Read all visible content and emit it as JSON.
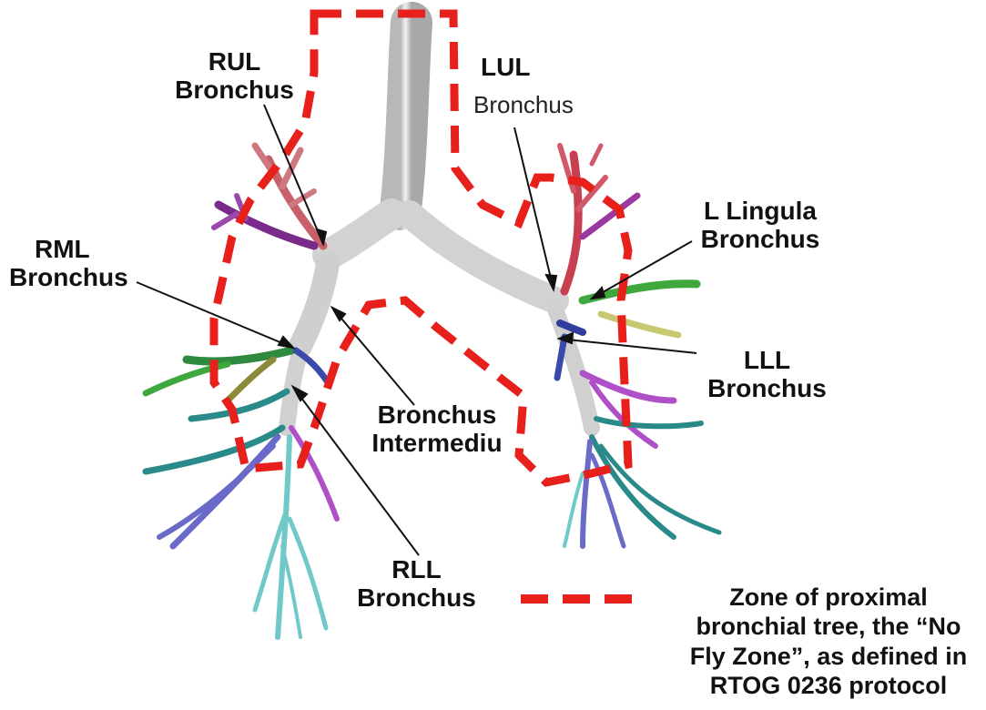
{
  "labels": {
    "rul": [
      "RUL",
      "Bronchus"
    ],
    "lul": [
      "LUL",
      "Bronchus"
    ],
    "l_lingula": [
      "L Lingula",
      "Bronchus"
    ],
    "rml": [
      "RML",
      "Bronchus"
    ],
    "bronchus_intermedius": [
      "Bronchus",
      "Intermediu"
    ],
    "lll": [
      "LLL",
      "Bronchus"
    ],
    "rll": [
      "RLL",
      "Bronchus"
    ]
  },
  "legend": {
    "text": [
      "Zone of proximal",
      "bronchial tree, the “No",
      "Fly Zone”, as defined in",
      "RTOG 0236 protocol"
    ],
    "line_color": "#e8201c"
  },
  "colors": {
    "trachea": "#d6d6d6",
    "zone_outline": "#e8201c",
    "rul_branches": "#c8606a",
    "rul_purple": "#7a2a8a",
    "lul_branches": "#c84050",
    "lingula_green": "#3ea83e",
    "lll_blue": "#2e3e9a",
    "lower_teal": "#2a8a8a",
    "lower_violet": "#6a6ac8",
    "lower_magenta": "#b050c8",
    "lower_cyan": "#70c8c8",
    "rml_green": "#2e8a3e",
    "rml_olive": "#8a8a3a"
  }
}
